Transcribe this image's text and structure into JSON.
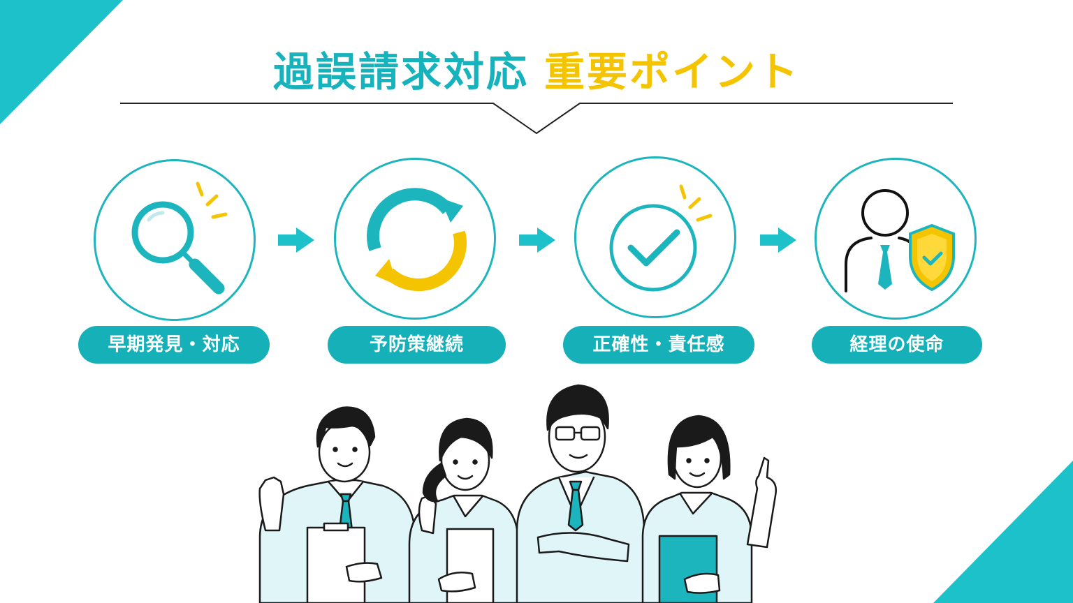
{
  "title": {
    "part1": "過誤請求対応",
    "part2": "重要ポイント"
  },
  "steps": [
    {
      "label": "早期発見・対応",
      "icon": "magnifier-icon"
    },
    {
      "label": "予防策継続",
      "icon": "refresh-cycle-icon"
    },
    {
      "label": "正確性・責任感",
      "icon": "checkmark-icon"
    },
    {
      "label": "経理の使命",
      "icon": "person-shield-icon"
    }
  ],
  "colors": {
    "teal": "#1cc1c9",
    "yellow": "#f5c400",
    "pill": "#16b0b8"
  }
}
